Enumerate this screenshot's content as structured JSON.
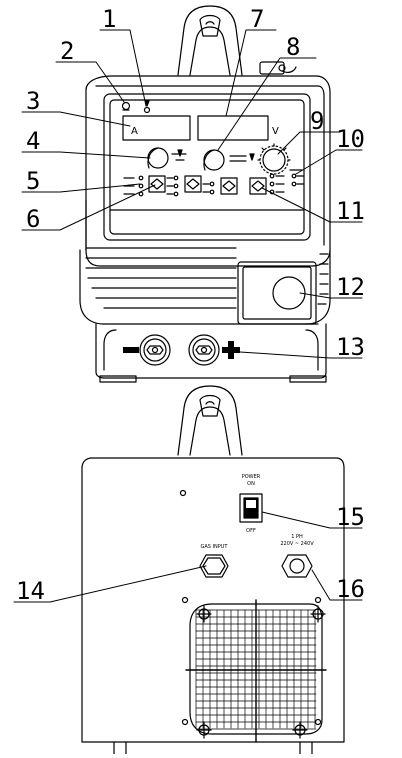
{
  "display": {
    "amp_unit": "A",
    "volt_unit": "V"
  },
  "front_panel": {
    "polarity_negative": "−",
    "polarity_positive": "+"
  },
  "rear_panel": {
    "power_label": "POWER",
    "on_label": "ON",
    "off_label": "OFF",
    "gas_input_label": "GAS INPUT",
    "phase_label": "1 PH",
    "voltage_label": "220V ~ 240V"
  },
  "callouts": [
    {
      "number": "1"
    },
    {
      "number": "2"
    },
    {
      "number": "3"
    },
    {
      "number": "4"
    },
    {
      "number": "5"
    },
    {
      "number": "6"
    },
    {
      "number": "7"
    },
    {
      "number": "8"
    },
    {
      "number": "9"
    },
    {
      "number": "10"
    },
    {
      "number": "11"
    },
    {
      "number": "12"
    },
    {
      "number": "13"
    },
    {
      "number": "14"
    },
    {
      "number": "15"
    },
    {
      "number": "16"
    }
  ],
  "colors": {
    "line": "#000000",
    "background": "#ffffff"
  }
}
